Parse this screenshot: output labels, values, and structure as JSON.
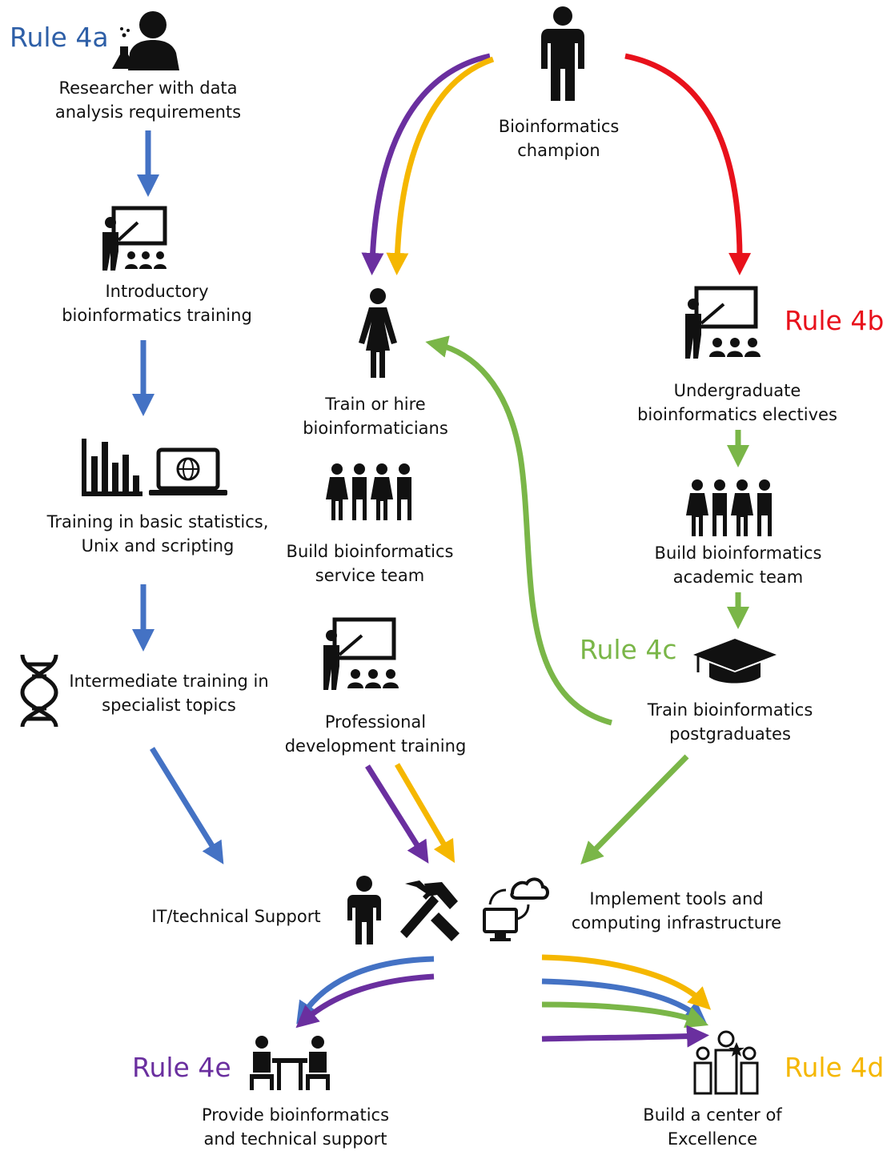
{
  "rules": {
    "r4a": {
      "text": "Rule 4a",
      "color": "#2e5fa7"
    },
    "r4b": {
      "text": "Rule 4b",
      "color": "#e8111b"
    },
    "r4c": {
      "text": "Rule 4c",
      "color": "#7ab648"
    },
    "r4d": {
      "text": "Rule 4d",
      "color": "#f5b700"
    },
    "r4e": {
      "text": "Rule 4e",
      "color": "#6a2f9f"
    }
  },
  "nodes": {
    "researcher": {
      "line1": "Researcher with data",
      "line2": "analysis requirements",
      "icon": "scientist-icon"
    },
    "intro_training": {
      "line1": "Introductory",
      "line2": "bioinformatics training",
      "icon": "teacher-classroom-icon"
    },
    "basic_training": {
      "line1": "Training in basic statistics,",
      "line2": "Unix and scripting",
      "icon": "bar-chart-laptop-icon"
    },
    "intermediate": {
      "line1": "Intermediate training in",
      "line2": "specialist topics",
      "icon": "dna-icon"
    },
    "champion": {
      "line1": "Bioinformatics",
      "line2": "champion",
      "icon": "person-icon"
    },
    "train_hire": {
      "line1": "Train or hire",
      "line2": "bioinformaticians",
      "icon": "woman-icon"
    },
    "service_team": {
      "line1": "Build bioinformatics",
      "line2": "service team",
      "icon": "group-icon"
    },
    "prof_dev": {
      "line1": "Professional",
      "line2": "development training",
      "icon": "teacher-classroom-icon"
    },
    "undergrad": {
      "line1": "Undergraduate",
      "line2": "bioinformatics electives",
      "icon": "teacher-classroom-icon"
    },
    "academic_team": {
      "line1": "Build bioinformatics",
      "line2": "academic team",
      "icon": "group-icon"
    },
    "postgrad": {
      "line1": "Train bioinformatics",
      "line2": "postgraduates",
      "icon": "graduation-cap-icon"
    },
    "it_support": {
      "line1": "IT/technical Support"
    },
    "implement": {
      "line1": "Implement tools and",
      "line2": "computing infrastructure",
      "icon": "tools-cloud-icon"
    },
    "provide_support": {
      "line1": "Provide bioinformatics",
      "line2": "and technical support",
      "icon": "meeting-icon"
    },
    "center": {
      "line1": "Build a center of",
      "line2": "Excellence",
      "icon": "team-star-icon"
    }
  },
  "colors": {
    "blue": "#4472c4",
    "red": "#e8111b",
    "green": "#7ab648",
    "purple": "#6a2f9f",
    "yellow": "#f5b700",
    "icon": "#111111"
  }
}
